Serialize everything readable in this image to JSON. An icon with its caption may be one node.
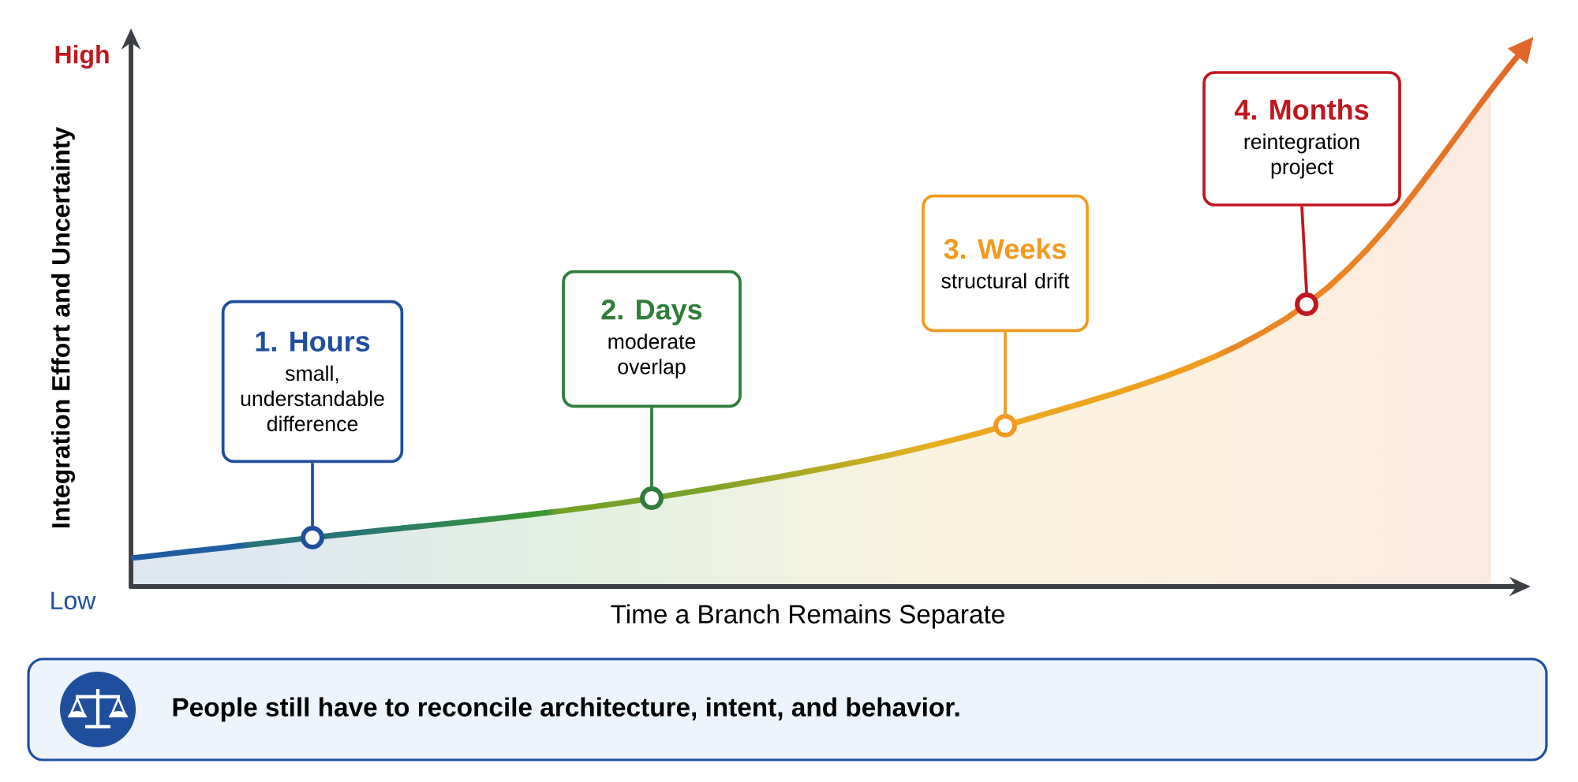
{
  "diagram": {
    "nodes": [
      {
        "text": [
          "1. Hours",
          "small, understandable difference"
        ]
      },
      {
        "text": [],
        "shape": "circle"
      },
      {
        "text": [
          "2. Days",
          "moderate overlap"
        ]
      },
      {
        "text": [],
        "shape": "circle"
      },
      {
        "text": [
          "3. Weeks",
          "structural drift"
        ]
      },
      {
        "text": [],
        "shape": "circle"
      },
      {
        "text": [
          "4. Months",
          "reintegration project"
        ]
      },
      {
        "text": [],
        "shape": "circle"
      },
      {
        "text": [
          "People still have to reconcile architecture, intent, and behavior."
        ]
      }
    ],
    "edges": [
      {
        "from": 0,
        "to": 1,
        "arrow": "none",
        "color": "#1f4f9c"
      },
      {
        "from": 2,
        "to": 3,
        "arrow": "none",
        "color": "#2e7d3a"
      },
      {
        "from": 4,
        "to": 5,
        "arrow": "none",
        "color": "#f29a1f"
      },
      {
        "from": 6,
        "to": 7,
        "arrow": "none",
        "color": "#c0171f"
      }
    ],
    "labels": [
      "High",
      "Integration Effort and Uncertainty",
      "Low",
      "Time a Branch Remains Separate"
    ]
  }
}
